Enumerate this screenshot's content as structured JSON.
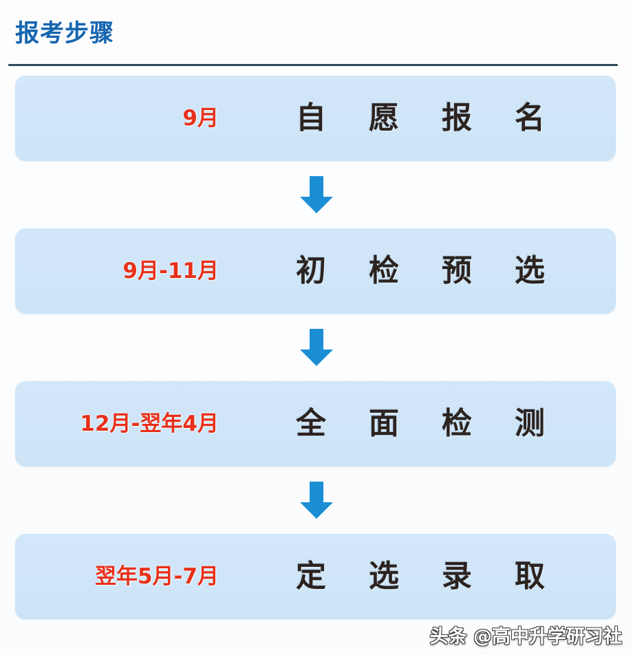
{
  "colors": {
    "title_blue": "#1565b0",
    "divider": "#2c4a5a",
    "box_fill": "#cfe6f8",
    "period_red": "#e8301a",
    "label_dark": "#2b2320",
    "arrow_blue": "#1b8ed4",
    "page_bg": "#fdfdfd"
  },
  "header": {
    "title": "报考步骤"
  },
  "flow": {
    "arrow_icon_name": "arrow-down-icon",
    "steps": [
      {
        "period": "9月",
        "label": "自愿报名",
        "label_chars": [
          "自",
          "愿",
          "报",
          "名"
        ]
      },
      {
        "period": "9月-11月",
        "label": "初检预选",
        "label_chars": [
          "初",
          "检",
          "预",
          "选"
        ]
      },
      {
        "period": "12月-翌年4月",
        "label": "全面检测",
        "label_chars": [
          "全",
          "面",
          "检",
          "测"
        ]
      },
      {
        "period": "翌年5月-7月",
        "label": "定选录取",
        "label_chars": [
          "定",
          "选",
          "录",
          "取"
        ]
      }
    ]
  },
  "watermark": {
    "text": "头条 @高中升学研习社"
  }
}
